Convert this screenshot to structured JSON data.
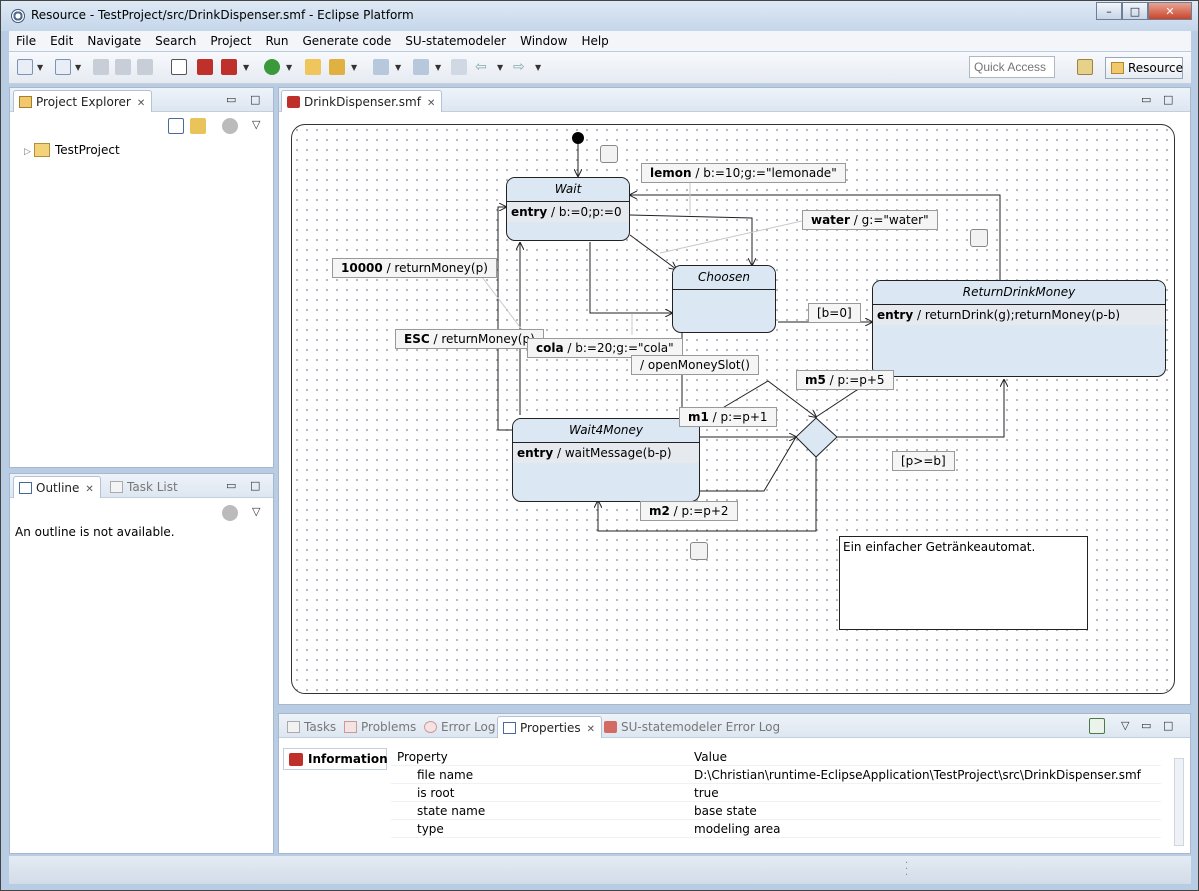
{
  "window": {
    "title": "Resource - TestProject/src/DrinkDispenser.smf - Eclipse Platform",
    "minimize": "–",
    "maximize": "□",
    "close": "✕"
  },
  "menu": [
    "File",
    "Edit",
    "Navigate",
    "Search",
    "Project",
    "Run",
    "Generate code",
    "SU-statemodeler",
    "Window",
    "Help"
  ],
  "toolbar": {
    "quick_access": "Quick Access",
    "perspective": "Resource"
  },
  "project_explorer": {
    "tab": "Project Explorer",
    "items": [
      "TestProject"
    ]
  },
  "outline": {
    "tab": "Outline",
    "tab2": "Task List",
    "message": "An outline is not available."
  },
  "editor": {
    "tab": "DrinkDispenser.smf"
  },
  "diagram": {
    "states": {
      "wait": {
        "name": "Wait",
        "entry_kw": "entry",
        "entry": " / b:=0;p:=0"
      },
      "choosen": {
        "name": "Choosen"
      },
      "return": {
        "name": "ReturnDrinkMoney",
        "entry_kw": "entry",
        "entry": " / returnDrink(g);returnMoney(p-b)"
      },
      "wait4money": {
        "name": "Wait4Money",
        "entry_kw": "entry",
        "entry": " / waitMessage(b-p)"
      }
    },
    "labels": {
      "lemon": {
        "ev": "lemon",
        "act": " / b:=10;g:=\"lemonade\""
      },
      "water": {
        "ev": "water",
        "act": " / g:=\"water\""
      },
      "t10000": {
        "ev": "10000",
        "act": " / returnMoney(p)"
      },
      "esc": {
        "ev": "ESC",
        "act": " / returnMoney(p)"
      },
      "cola": {
        "ev": "cola",
        "act": " / b:=20;g:=\"cola\""
      },
      "openslot": {
        "ev": "",
        "act": "/ openMoneySlot()"
      },
      "b0": {
        "ev": "",
        "act": "[b=0]"
      },
      "m5": {
        "ev": "m5",
        "act": " / p:=p+5"
      },
      "m1": {
        "ev": "m1",
        "act": " / p:=p+1"
      },
      "pb": {
        "ev": "",
        "act": "[p>=b]"
      },
      "m2": {
        "ev": "m2",
        "act": " / p:=p+2"
      }
    },
    "note": "Ein einfacher Getränkeautomat."
  },
  "bottom_tabs": {
    "tasks": "Tasks",
    "problems": "Problems",
    "errorlog": "Error Log",
    "properties": "Properties",
    "sulog": "SU-statemodeler Error Log"
  },
  "properties": {
    "section": "Information",
    "header": {
      "key": "Property",
      "value": "Value"
    },
    "rows": [
      {
        "key": "file name",
        "value": "D:\\Christian\\runtime-EclipseApplication\\TestProject\\src\\DrinkDispenser.smf"
      },
      {
        "key": "is root",
        "value": "true"
      },
      {
        "key": "state name",
        "value": "base state"
      },
      {
        "key": "type",
        "value": "modeling area"
      }
    ]
  }
}
